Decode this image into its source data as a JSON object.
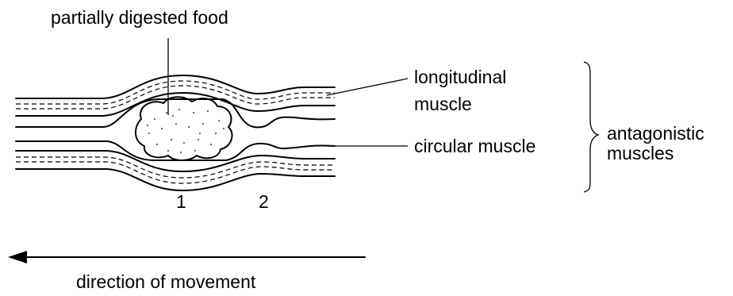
{
  "labels": {
    "food": "partially digested food",
    "longitudinal_line1": "longitudinal",
    "longitudinal_line2": "muscle",
    "circular": "circular muscle",
    "antagonistic_line1": "antagonistic",
    "antagonistic_line2": "muscles",
    "position_1": "1",
    "position_2": "2",
    "direction": "direction of movement"
  },
  "colors": {
    "ink": "#000000",
    "background": "#ffffff"
  },
  "icons": {
    "direction_arrow": "arrow-left-icon",
    "bracket": "curly-brace-icon"
  }
}
